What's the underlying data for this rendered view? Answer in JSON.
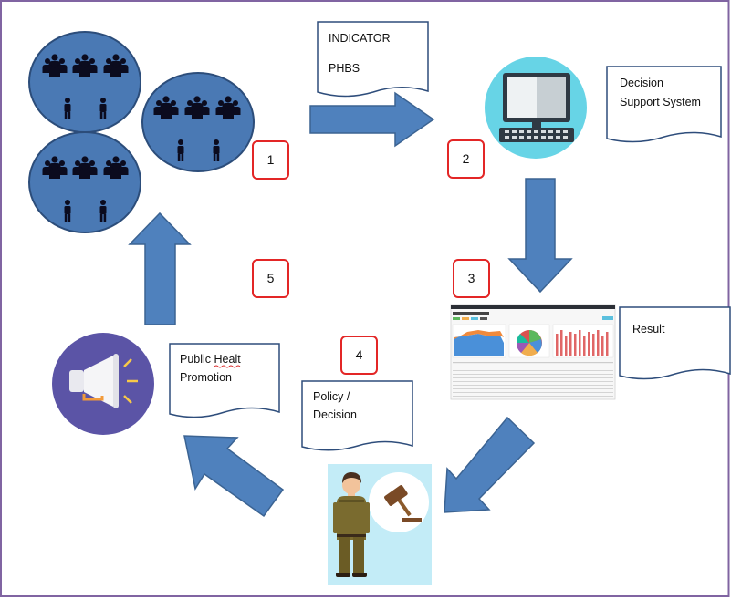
{
  "steps": [
    "1",
    "2",
    "3",
    "4",
    "5"
  ],
  "notes": {
    "indicator": "INDICATOR",
    "phbs": "PHBS",
    "dss_line1": "Decision",
    "dss_line2": "Support System",
    "result": "Result",
    "policy_line1": "Policy /",
    "policy_line2": "Decision",
    "promo_line1": "Public Healt",
    "promo_line2": "Promotion"
  },
  "icons": [
    "people-group-icon",
    "computer-icon",
    "dashboard-screenshot-image",
    "decision-maker-icon",
    "megaphone-icon"
  ],
  "colors": {
    "arrow": "#4f81bd",
    "circle": "#4a79b4",
    "step_border": "#e32626",
    "frame": "#8064a2",
    "monitor_bg": "#67d4e6",
    "promo_bg": "#5b54a6"
  }
}
